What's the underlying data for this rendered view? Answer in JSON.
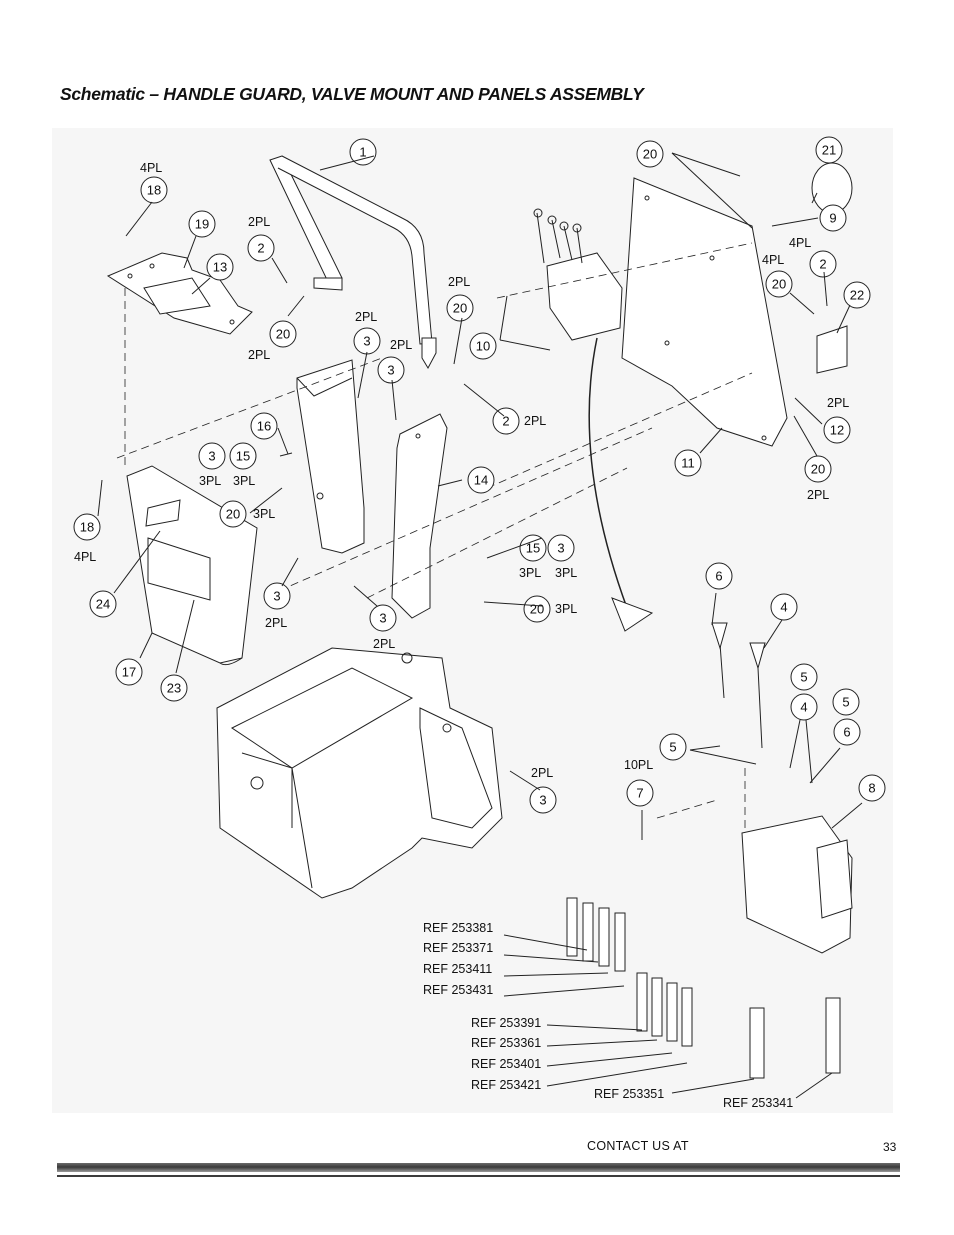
{
  "header": {
    "title": "Schematic – HANDLE GUARD, VALVE MOUNT AND PANELS ASSEMBLY"
  },
  "callouts": [
    {
      "id": "c1",
      "n": "1"
    },
    {
      "id": "c18a",
      "n": "18"
    },
    {
      "id": "c19",
      "n": "19"
    },
    {
      "id": "c13",
      "n": "13"
    },
    {
      "id": "c2a",
      "n": "2"
    },
    {
      "id": "c20a",
      "n": "20"
    },
    {
      "id": "c3a",
      "n": "3"
    },
    {
      "id": "c3b",
      "n": "3"
    },
    {
      "id": "c20b",
      "n": "20"
    },
    {
      "id": "c10",
      "n": "10"
    },
    {
      "id": "c2b",
      "n": "2"
    },
    {
      "id": "c16",
      "n": "16"
    },
    {
      "id": "c14",
      "n": "14"
    },
    {
      "id": "c3c",
      "n": "3"
    },
    {
      "id": "c15a",
      "n": "15"
    },
    {
      "id": "c20c",
      "n": "20"
    },
    {
      "id": "c18b",
      "n": "18"
    },
    {
      "id": "c24",
      "n": "24"
    },
    {
      "id": "c17",
      "n": "17"
    },
    {
      "id": "c23",
      "n": "23"
    },
    {
      "id": "c3d",
      "n": "3"
    },
    {
      "id": "c3e",
      "n": "3"
    },
    {
      "id": "c15b",
      "n": "15"
    },
    {
      "id": "c3f",
      "n": "3"
    },
    {
      "id": "c20d",
      "n": "20"
    },
    {
      "id": "c3g",
      "n": "3"
    },
    {
      "id": "c20e",
      "n": "20"
    },
    {
      "id": "c21",
      "n": "21"
    },
    {
      "id": "c9",
      "n": "9"
    },
    {
      "id": "c2c",
      "n": "2"
    },
    {
      "id": "c20f",
      "n": "20"
    },
    {
      "id": "c22",
      "n": "22"
    },
    {
      "id": "c12",
      "n": "12"
    },
    {
      "id": "c11",
      "n": "11"
    },
    {
      "id": "c20g",
      "n": "20"
    },
    {
      "id": "c6a",
      "n": "6"
    },
    {
      "id": "c4a",
      "n": "4"
    },
    {
      "id": "c5a",
      "n": "5"
    },
    {
      "id": "c4b",
      "n": "4"
    },
    {
      "id": "c5b",
      "n": "5"
    },
    {
      "id": "c6b",
      "n": "6"
    },
    {
      "id": "c5c",
      "n": "5"
    },
    {
      "id": "c7",
      "n": "7"
    },
    {
      "id": "c8",
      "n": "8"
    }
  ],
  "qty_labels": {
    "q_18a": "4PL",
    "q_2a": "2PL",
    "q_20a": "2PL",
    "q_3a": "2PL",
    "q_3b": "2PL",
    "q_20b": "2PL",
    "q_2b": "2PL",
    "q_15a": "3PL",
    "q_3c": "3PL",
    "q_20c": "3PL",
    "q_18b": "4PL",
    "q_3d": "2PL",
    "q_3e": "2PL",
    "q_15b": "3PL",
    "q_3f": "3PL",
    "q_20d": "3PL",
    "q_3g": "2PL",
    "q_9": "4PL",
    "q_2c": "4PL",
    "q_12": "2PL",
    "q_20g": "2PL",
    "q_5": "10PL"
  },
  "refs": [
    "REF 253381",
    "REF 253371",
    "REF 253411",
    "REF 253431",
    "REF 253391",
    "REF 253361",
    "REF 253401",
    "REF 253421",
    "REF 253351",
    "REF 253341"
  ],
  "footer": {
    "contact": "CONTACT US AT",
    "page": "33"
  }
}
